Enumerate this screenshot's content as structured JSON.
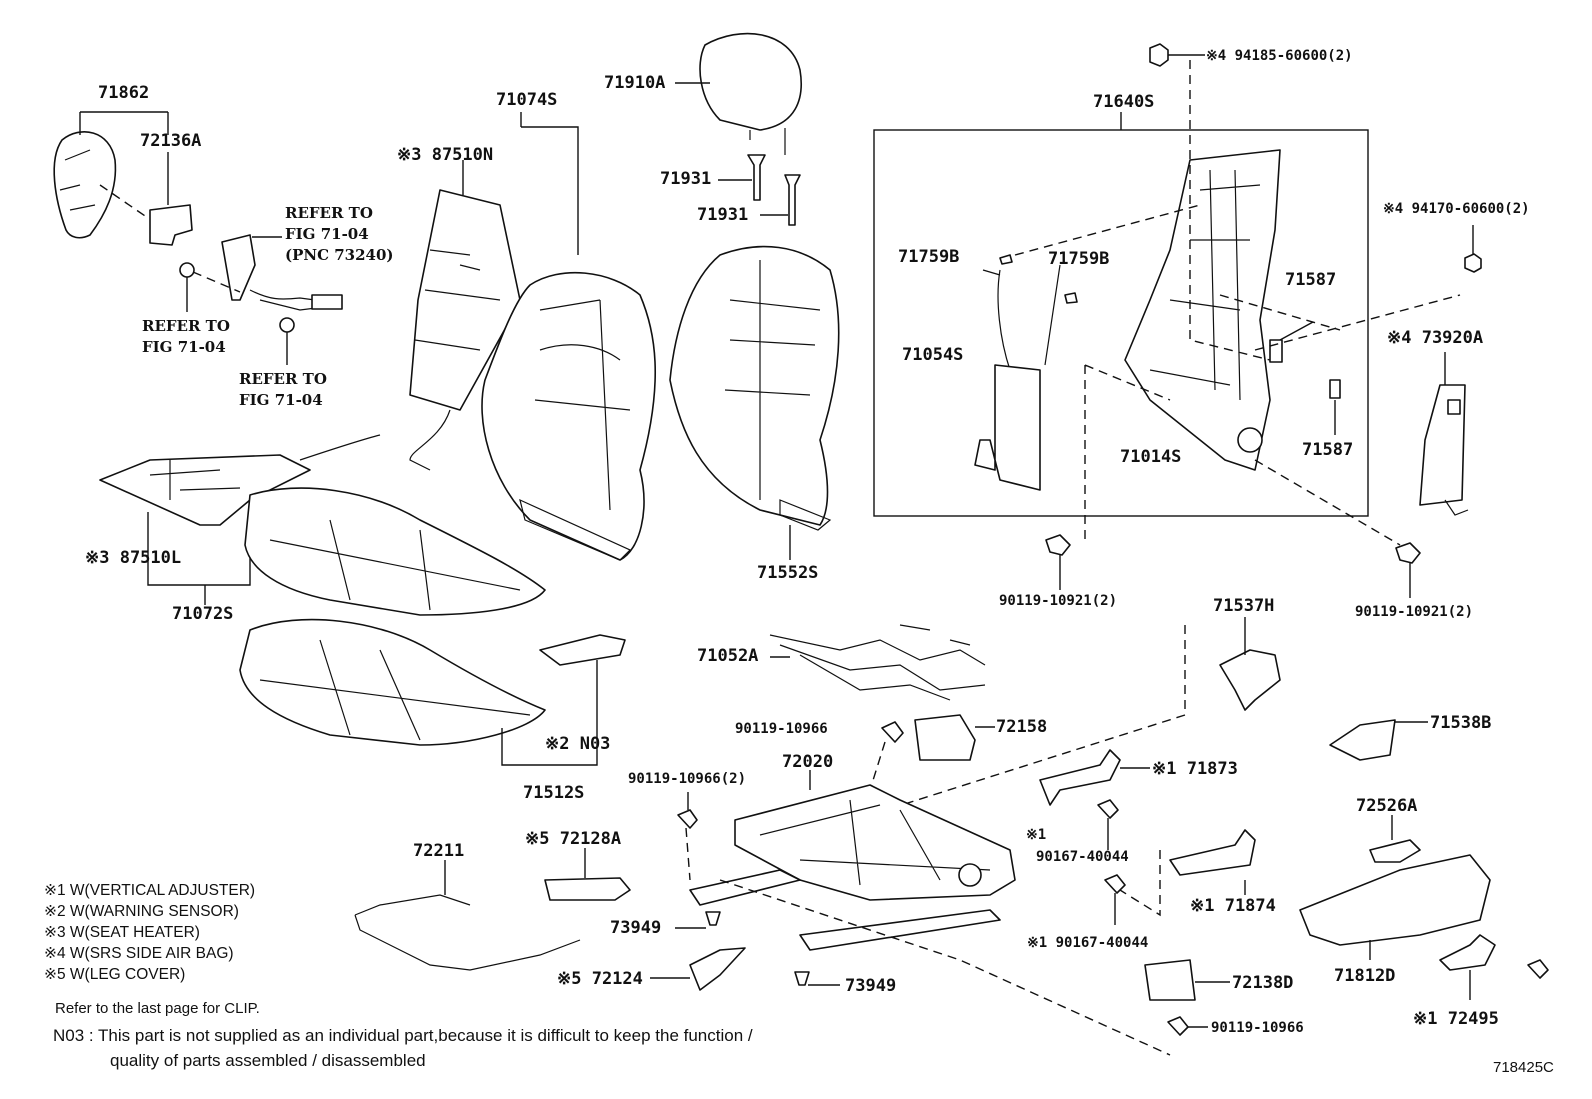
{
  "diagram_code": "718425C",
  "parts": {
    "p71862": "71862",
    "p72136A": "72136A",
    "p87510N": "※3 87510N",
    "p71074S": "71074S",
    "p71910A": "71910A",
    "p71931a": "71931",
    "p71931b": "71931",
    "p71640S": "71640S",
    "p94185": "※4 94185-60600(2)",
    "p94170": "※4 94170-60600(2)",
    "p71759Ba": "71759B",
    "p71759Bb": "71759B",
    "p71587a": "71587",
    "p71587b": "71587",
    "p71054S": "71054S",
    "p71014S": "71014S",
    "p73920A": "※4 73920A",
    "p87510L": "※3 87510L",
    "p71072S": "71072S",
    "p71552S": "71552S",
    "p90119_10921a": "90119-10921(2)",
    "p90119_10921b": "90119-10921(2)",
    "p71537H": "71537H",
    "p71052A": "71052A",
    "p71538B": "71538B",
    "pN03": "※2 N03",
    "p71512S": "71512S",
    "p90119_10966a": "90119-10966",
    "p72158": "72158",
    "p72020": "72020",
    "p90119_10966b": "90119-10966(2)",
    "p71873": "※1 71873",
    "p90167_40044a_mark": "※1",
    "p90167_40044a": "90167-40044",
    "p72526A": "72526A",
    "p72211": "72211",
    "p72128A": "※5 72128A",
    "p71874": "※1 71874",
    "p73949a": "73949",
    "p90167_40044b": "※1 90167-40044",
    "p71812D": "71812D",
    "p72124": "※5 72124",
    "p73949b": "73949",
    "p72138D": "72138D",
    "p72495": "※1 72495",
    "p90119_10966c": "90119-10966"
  },
  "refer": {
    "r1_l1": "REFER TO",
    "r1_l2": "FIG 71-04",
    "r1_l3": "(PNC 73240)",
    "r2_l1": "REFER TO",
    "r2_l2": "FIG 71-04",
    "r3_l1": "REFER TO",
    "r3_l2": "FIG 71-04"
  },
  "legend": [
    "※1 W(VERTICAL ADJUSTER)",
    "※2 W(WARNING SENSOR)",
    "※3 W(SEAT HEATER)",
    "※4 W(SRS SIDE AIR BAG)",
    "※5 W(LEG COVER)"
  ],
  "notes": {
    "clip": "Refer to the last page for CLIP.",
    "n03_line1": "N03 : This part is not supplied as an individual part,because it is difficult to keep the function /",
    "n03_line2": "quality of parts assembled / disassembled"
  }
}
